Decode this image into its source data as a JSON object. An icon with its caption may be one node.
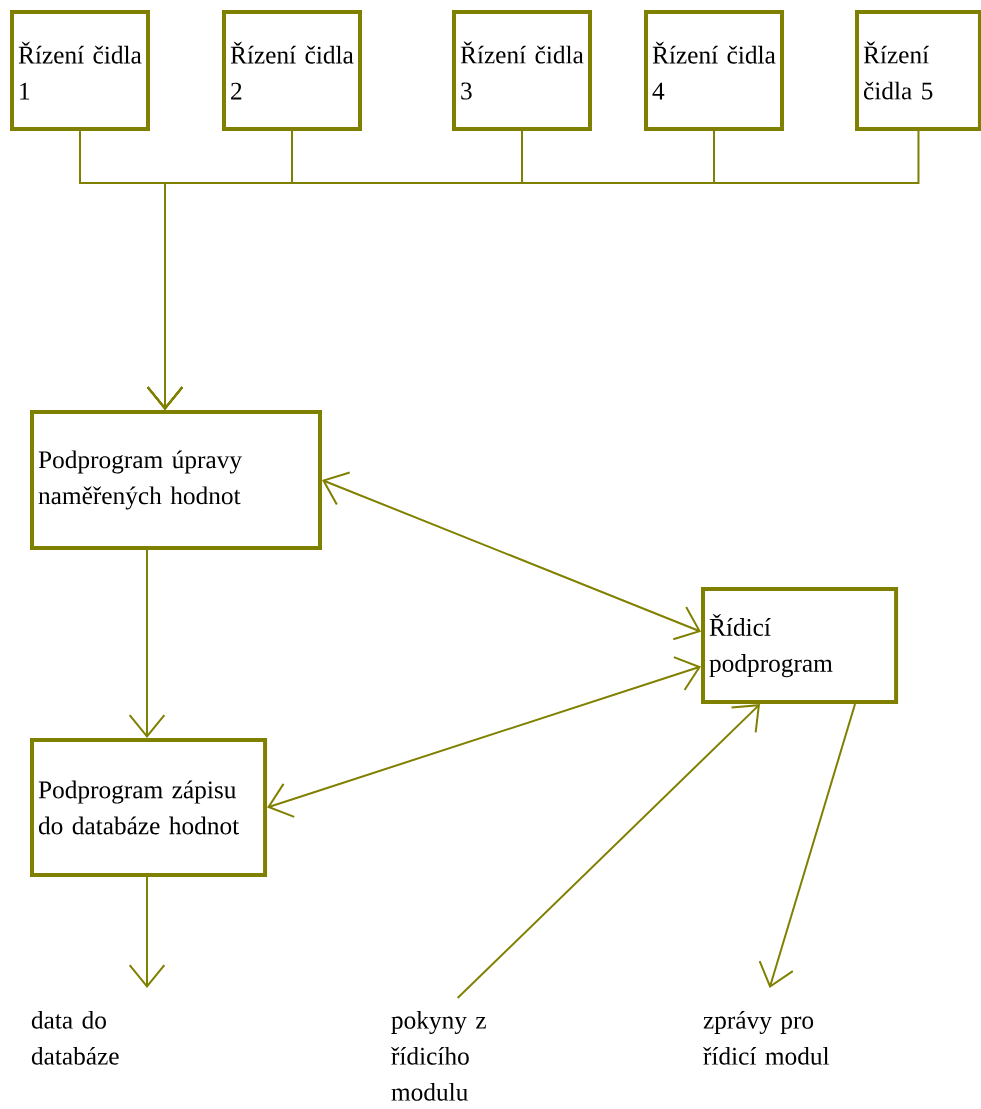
{
  "diagram": {
    "nodes": [
      {
        "text": [
          "Řízení čidla 1"
        ]
      },
      {
        "text": [
          "Řízení čidla 2"
        ]
      },
      {
        "text": [
          "Řízení čidla 3"
        ]
      },
      {
        "text": [
          "Řízení čidla 4"
        ]
      },
      {
        "text": [
          "Řízení čidla 5"
        ]
      },
      {
        "text": [
          "Podprogram úpravy naměřených hodnot"
        ]
      },
      {
        "text": [
          "Podprogram zápisu do databáze hodnot"
        ]
      },
      {
        "text": [
          "Řídicí podprogram"
        ]
      },
      {
        "text": [
          "data do databáze"
        ]
      },
      {
        "text": [
          "pokyny z řídicího modulu"
        ]
      },
      {
        "text": [
          "zprávy pro řídicí modul"
        ]
      }
    ],
    "edges": [
      {
        "from": 0,
        "to": 5,
        "arrow": "to"
      },
      {
        "from": 1,
        "to": 5,
        "arrow": "to"
      },
      {
        "from": 2,
        "to": 5,
        "arrow": "to"
      },
      {
        "from": 3,
        "to": 5,
        "arrow": "to"
      },
      {
        "from": 4,
        "to": 5,
        "arrow": "to"
      },
      {
        "from": 5,
        "to": 6,
        "arrow": "to"
      },
      {
        "from": 5,
        "to": 7,
        "arrow": "both"
      },
      {
        "from": 6,
        "to": 7,
        "arrow": "both"
      },
      {
        "from": 6,
        "to": 8,
        "arrow": "to"
      },
      {
        "from": 9,
        "to": 7,
        "arrow": "to"
      },
      {
        "from": 7,
        "to": 10,
        "arrow": "to"
      }
    ]
  }
}
